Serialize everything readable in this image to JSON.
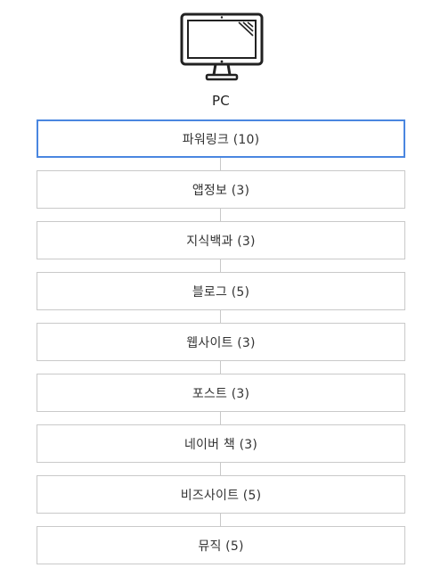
{
  "device": {
    "label": "PC",
    "icon": "monitor-icon"
  },
  "items": [
    {
      "label": "파워링크 (10)",
      "active": true
    },
    {
      "label": "앱정보 (3)",
      "active": false
    },
    {
      "label": "지식백과 (3)",
      "active": false
    },
    {
      "label": "블로그 (5)",
      "active": false
    },
    {
      "label": "웹사이트 (3)",
      "active": false
    },
    {
      "label": "포스트 (3)",
      "active": false
    },
    {
      "label": "네이버 책 (3)",
      "active": false
    },
    {
      "label": "비즈사이트 (5)",
      "active": false
    },
    {
      "label": "뮤직 (5)",
      "active": false
    }
  ],
  "colors": {
    "active_border": "#4a86e0",
    "border": "#c9c9c9",
    "connector": "#c8c8c8"
  }
}
